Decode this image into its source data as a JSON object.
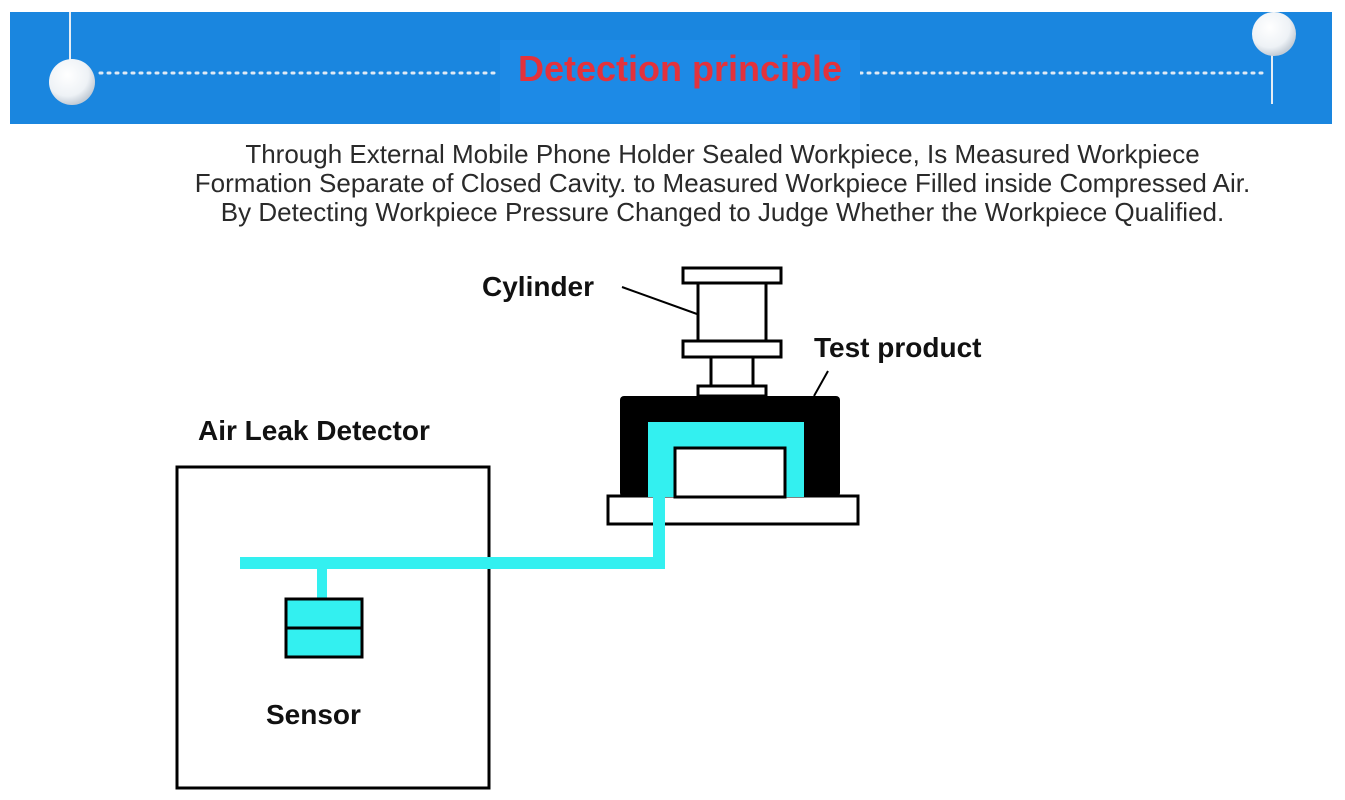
{
  "header": {
    "title": "Detection principle"
  },
  "description": {
    "lines": [
      "Through External Mobile Phone Holder Sealed Workpiece, Is Measured Workpiece",
      "Formation Separate of Closed Cavity. to Measured Workpiece Filled inside Compressed Air.",
      "By Detecting Workpiece Pressure Changed to Judge Whether the Workpiece Qualified."
    ]
  },
  "diagram": {
    "labels": {
      "cylinder": "Cylinder",
      "test_product": "Test product",
      "air_leak_detector": "Air Leak Detector",
      "sensor": "Sensor"
    },
    "colors": {
      "air_path": "#33f0f0",
      "outline": "#000000",
      "banner": "#1a86df",
      "title": "#e3323c"
    }
  }
}
